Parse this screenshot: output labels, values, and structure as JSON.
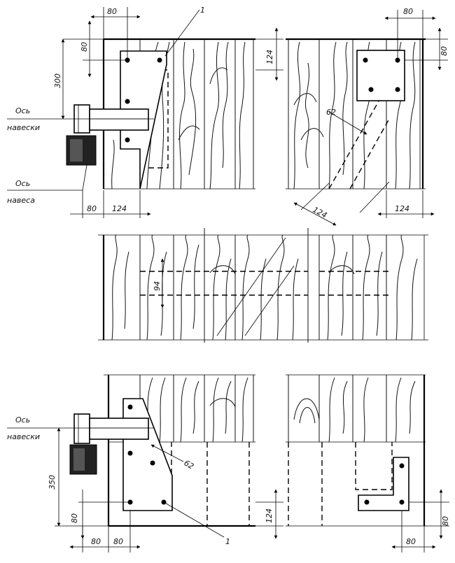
{
  "labels": {
    "hinge_axis_top": [
      "Ось",
      "навески"
    ],
    "hang_axis": [
      "Ось",
      "навеса"
    ],
    "hinge_axis_bottom": [
      "Ось",
      "навески"
    ],
    "callout_top": "1",
    "callout_bottom": "1"
  },
  "dims": {
    "top_left_80": "80",
    "top_left_80_v": "80",
    "top_300": "300",
    "top_124_v": "124",
    "top_right_80": "80",
    "top_right_80_v": "80",
    "top_62": "62",
    "top_diag_124": "124",
    "top_bottom_80": "80",
    "top_bottom_124": "124",
    "top_right_124": "124",
    "mid_94": "94",
    "bot_62": "62",
    "bot_350": "350",
    "bot_80_v": "80",
    "bot_124_v": "124",
    "bot_right_80_v": "80",
    "bot_80_a": "80",
    "bot_80_b": "80",
    "bot_right_80": "80"
  }
}
